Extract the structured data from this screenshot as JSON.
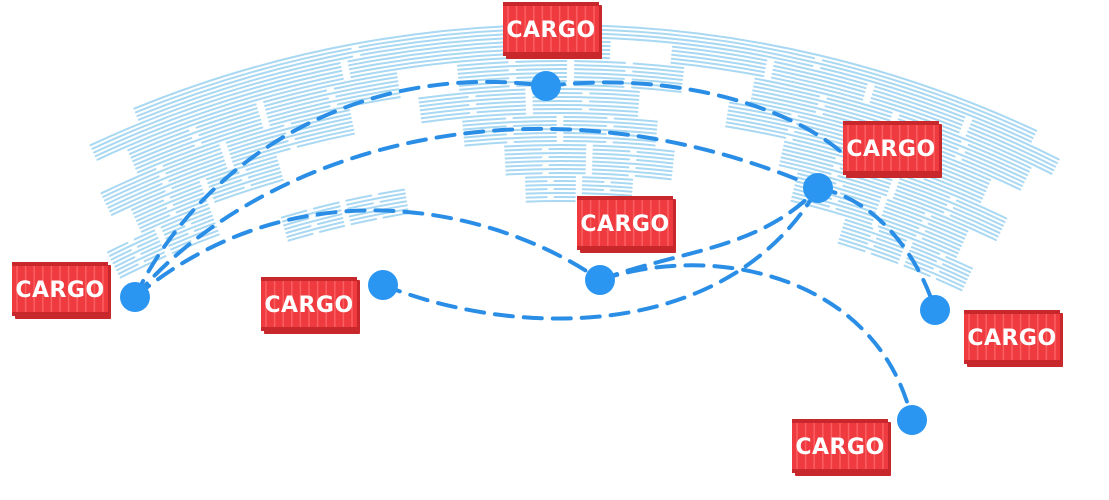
{
  "colors": {
    "map_hatch": "#a9d8f2",
    "route": "#2a8ee6",
    "node": "#2a96f2",
    "container_body": "#ef3b3f",
    "container_ridge": "#ff6b6e",
    "container_shadow": "#c8272c",
    "label": "#ffffff"
  },
  "containers": [
    {
      "id": "top",
      "label": "CARGO"
    },
    {
      "id": "east-upper",
      "label": "CARGO"
    },
    {
      "id": "center",
      "label": "CARGO"
    },
    {
      "id": "west",
      "label": "CARGO"
    },
    {
      "id": "south-america",
      "label": "CARGO"
    },
    {
      "id": "east-lower",
      "label": "CARGO"
    },
    {
      "id": "bottom-right",
      "label": "CARGO"
    }
  ],
  "icons": {
    "node": "route-node-icon",
    "container": "shipping-container-icon",
    "map": "hatched-world-map"
  }
}
